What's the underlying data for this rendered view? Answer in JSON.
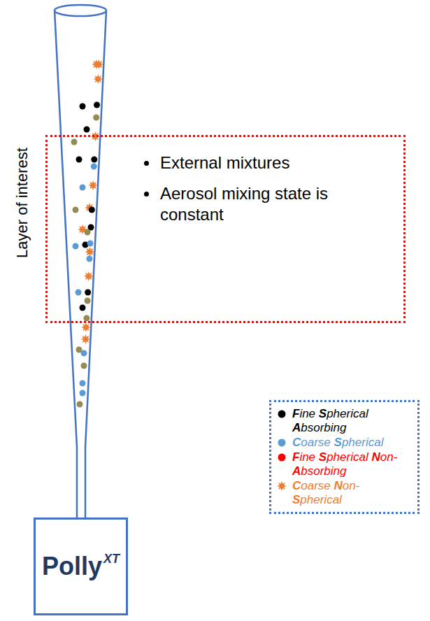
{
  "diagram": {
    "nodes": [
      {
        "text": [
          "External mixtures",
          "Aerosol mixing state is constant"
        ]
      },
      {
        "text": [
          "Polly",
          "XT"
        ]
      }
    ],
    "labels": [
      "Layer of interest"
    ],
    "legend": [
      {
        "text": "Fine Spherical Absorbing",
        "color": "#000000"
      },
      {
        "text": "Coarse Spherical",
        "color": "#5B9BD5"
      },
      {
        "text": "Fine Spherical Non- Absorbing",
        "color": "#FF0000"
      },
      {
        "text": "Coarse Non- Spherical",
        "color": "#ED7D31"
      }
    ]
  }
}
